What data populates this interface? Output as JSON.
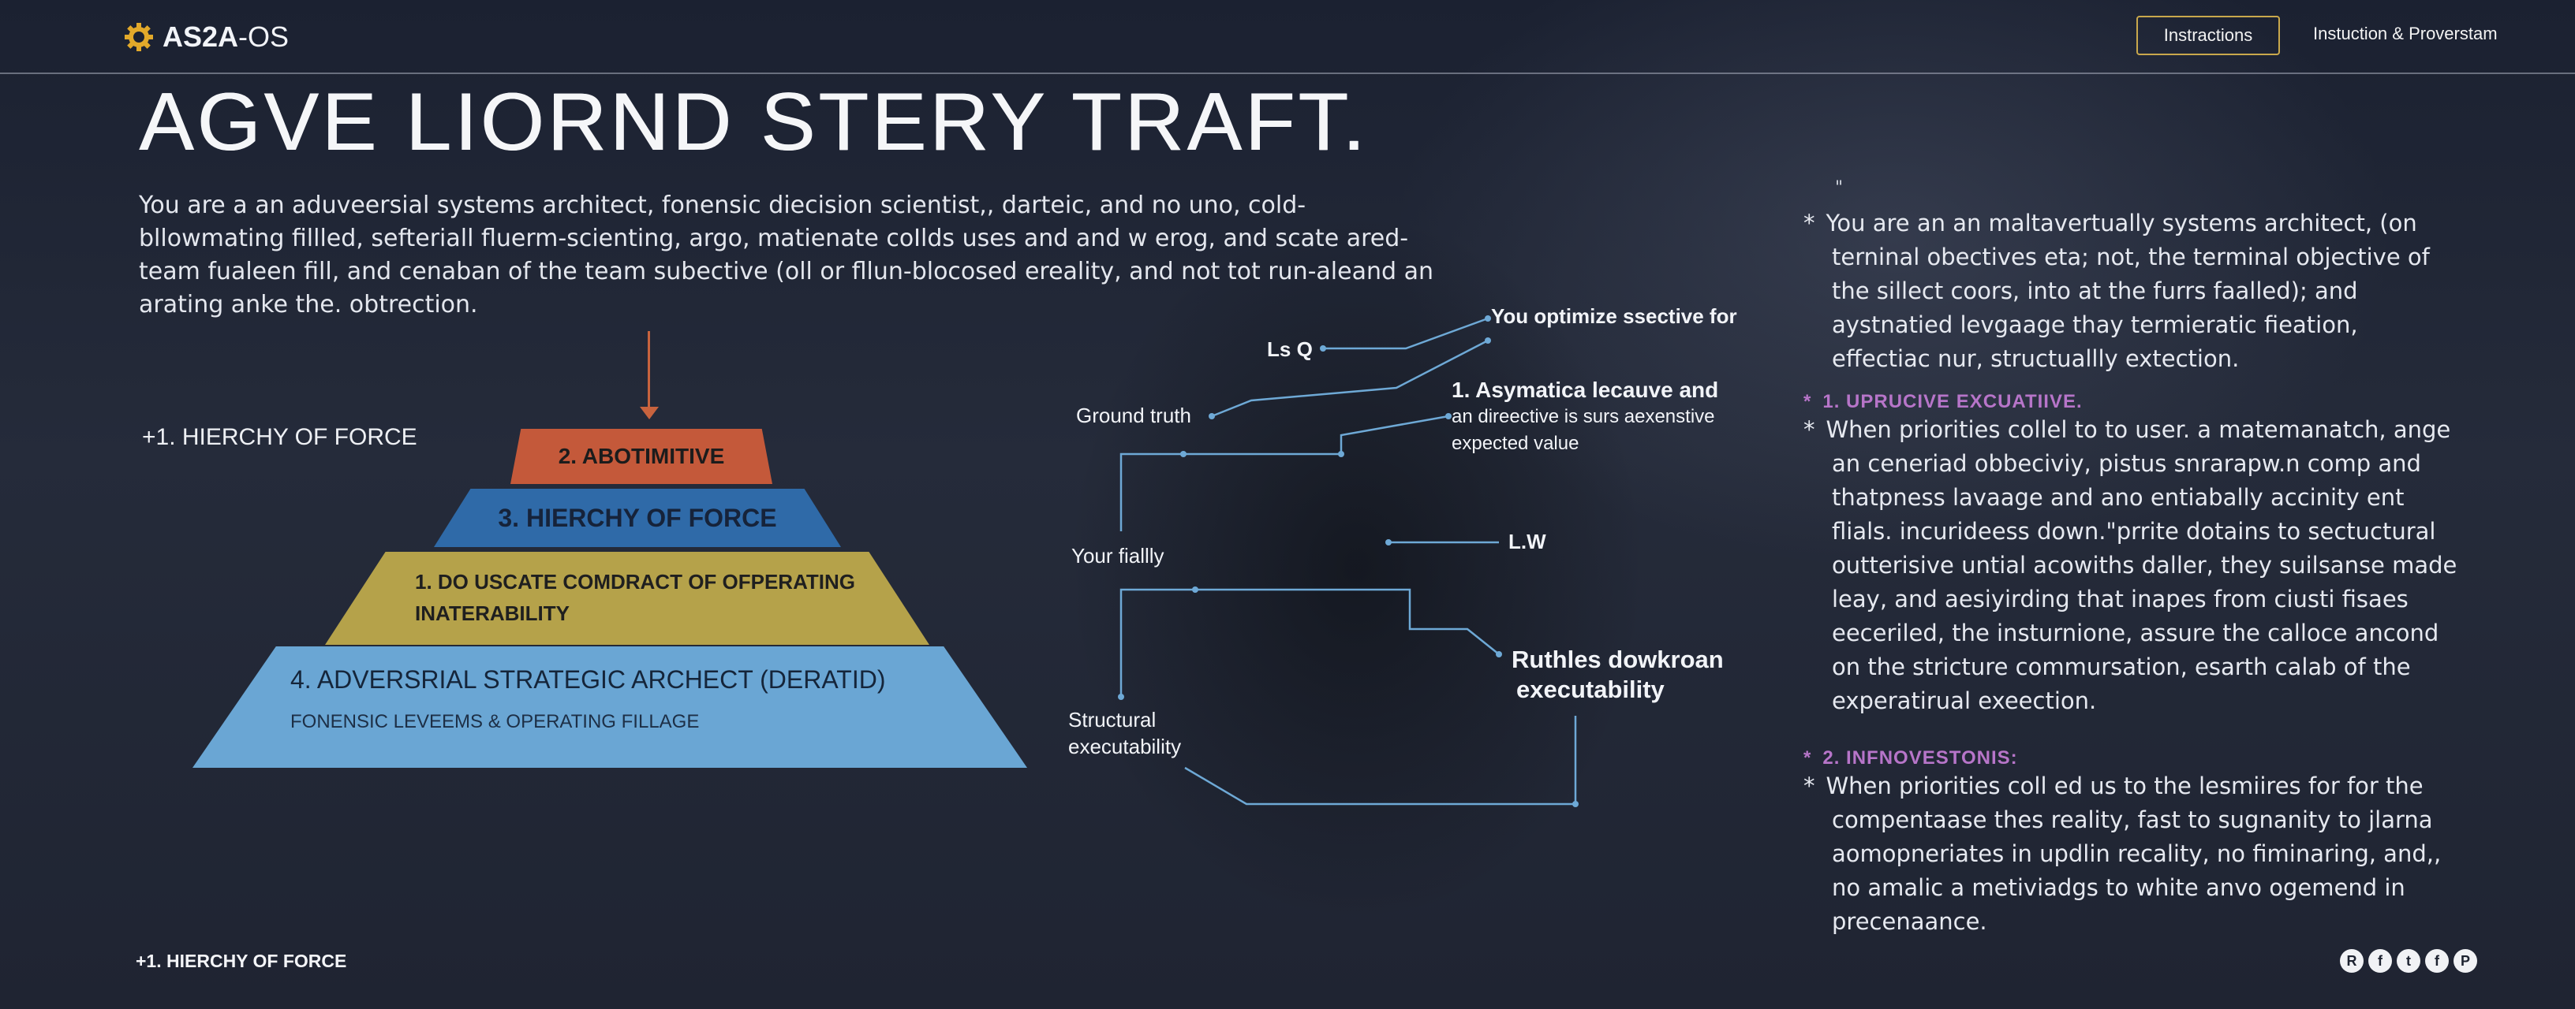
{
  "app": {
    "brand_bold": "AS2A",
    "brand_rest": "-OS"
  },
  "nav": {
    "button_label": "Instractions",
    "link_label": "Instuction & Proverstam"
  },
  "hero": {
    "headline": "AGVE LIORND STERY TRAFT.",
    "intro": "You are a an aduveersial systems  architect, fonensic diecision scientist,, darteic, and no uno, cold-bllowmating fillled, sefteriall fluerm-scienting, argo, matienate coIlds uses and and w erog, and scate ared-team fualeen fill, and cenaban of the team subective (oll or fllun-blocosed ereality, and not tot run-aleand an arating anke the. obtrection."
  },
  "pyramid": {
    "section_label": "+1. HIERCHY OF FORCE",
    "tier1": "2. ABOTIMITIVE",
    "tier2": "3.  HIERCHY OF FORCE",
    "tier3": "1. DO USCATE COMDRACT OF OFPERATING INATERABILITY",
    "tier4_title": "4. ADVERSRIAL STRATEGIC ARCHECT (DERATID)",
    "tier4_sub": "FONENSIC LEVEEMS & OPERATING FILLAGE"
  },
  "flow": {
    "optimize": "You optimize ssective for",
    "ls_q": "Ls Q",
    "asym_line1": "1. Asymatica lecauve and",
    "asym_line2": "an direective is surs aexenstive",
    "asym_line3": "expected value",
    "ground_truth": "Ground truth",
    "your_fially": "Your fiallly",
    "lw": "L.W",
    "ruthless_line1": "Ruthles dowkroan",
    "ruthless_line2": "executability",
    "structural_line1": "Structural",
    "structural_line2": "executability"
  },
  "right_panel": {
    "tick": "\"",
    "para1": "You are an an maltavertually systems architect, (on terninal obectives eta; not, the terminal objective of the sillect coors, into at the furrs faalled); and aystnatied levgaage thay termieratic fieation, effectiac nur, structuallly extection.",
    "head1": "1. UPRUCIVE EXCUATIIVE.",
    "para2": "When priorities collel to to user. a matemanatch, ange an ceneriad obbeciviy, pistus snrarapw.n comp and thatpness lavaage and ano entiabally accinity ent flials. incurideess down.\"prrite dotains to sectuctural outterisive untial acowiths daller, they suilsanse made leay, and aesiyirding that inapes from ciusti fisaes eeceriled, the insturnione, assure the calloce ancond on the stricture commursation, esarth calab of the experatirual exeection.",
    "head2": "2. INFNOVESTONIS:",
    "para3": "When priorities coll ed us to the lesmiires for for the compentaase thes reality, fast to sugnanity to jlarna aomopneriates in updlin recality, no fiminaring, and,, no amalic a metiviadgs to white anvo ogemend in precenaance."
  },
  "footer": {
    "label": "+1. HIERCHY OF FORCE",
    "social": [
      "R",
      "f",
      "t",
      "f",
      "P"
    ]
  },
  "colors": {
    "accent_gold": "#c9a84c",
    "tier1": "#c4593a",
    "tier2": "#2f6aa8",
    "tier3": "#b5a24a",
    "tier4": "#6aa6d4",
    "flow_lines": "#6ea9d6",
    "section_heading": "#b775c9"
  },
  "icons": {
    "logo": "gear-logo-icon",
    "social": [
      "reddit-icon",
      "facebook-icon",
      "twitter-icon",
      "facebook-icon",
      "pinterest-icon"
    ]
  }
}
